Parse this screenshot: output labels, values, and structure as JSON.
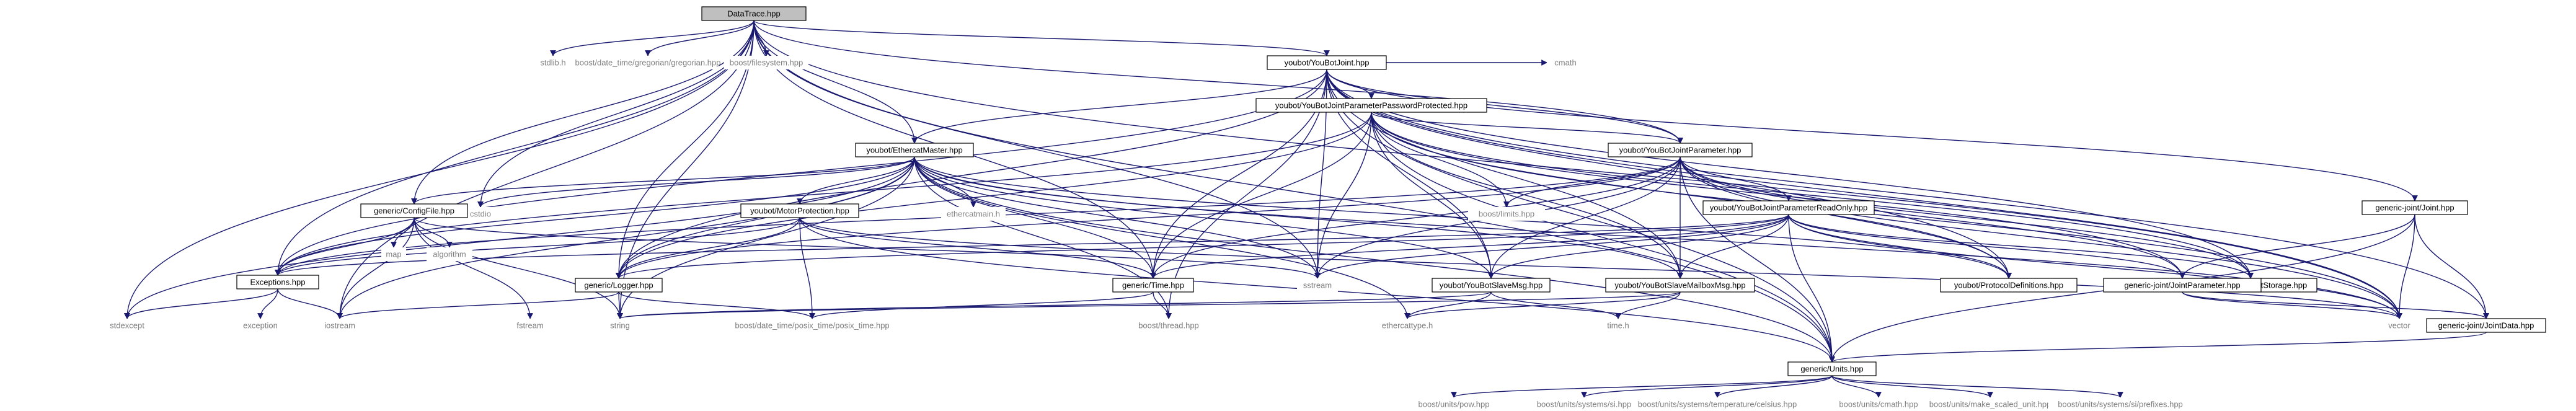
{
  "graph": {
    "colors": {
      "edge": "#191970",
      "root_fill": "#bfbfbf",
      "node_fill": "#ffffff",
      "node_border": "#000000",
      "external_text": "#7f7f7f",
      "text": "#000000"
    },
    "nodes": [
      {
        "id": "datatrace",
        "label": "DataTrace.hpp",
        "kind": "root"
      },
      {
        "id": "stdlib",
        "label": "stdlib.h",
        "kind": "external"
      },
      {
        "id": "gregorian",
        "label": "boost/date_time/gregorian/gregorian.hpp",
        "kind": "external"
      },
      {
        "id": "filesystem",
        "label": "boost/filesystem.hpp",
        "kind": "external"
      },
      {
        "id": "joint",
        "label": "youbot/YouBotJoint.hpp",
        "kind": "file"
      },
      {
        "id": "cmath",
        "label": "cmath",
        "kind": "external"
      },
      {
        "id": "jppp",
        "label": "youbot/YouBotJointParameterPasswordProtected.hpp",
        "kind": "file"
      },
      {
        "id": "ethercat",
        "label": "youbot/EthercatMaster.hpp",
        "kind": "file"
      },
      {
        "id": "jparam",
        "label": "youbot/YouBotJointParameter.hpp",
        "kind": "file"
      },
      {
        "id": "cstdio",
        "label": "cstdio",
        "kind": "external"
      },
      {
        "id": "ethercatmain",
        "label": "ethercatmain.h",
        "kind": "external"
      },
      {
        "id": "boostlimits",
        "label": "boost/limits.hpp",
        "kind": "external"
      },
      {
        "id": "configfile",
        "label": "generic/ConfigFile.hpp",
        "kind": "file"
      },
      {
        "id": "motorprot",
        "label": "youbot/MotorProtection.hpp",
        "kind": "file"
      },
      {
        "id": "jpro",
        "label": "youbot/YouBotJointParameterReadOnly.hpp",
        "kind": "file"
      },
      {
        "id": "genjoint",
        "label": "generic-joint/Joint.hpp",
        "kind": "file"
      },
      {
        "id": "map",
        "label": "map",
        "kind": "external"
      },
      {
        "id": "algorithm",
        "label": "algorithm",
        "kind": "external"
      },
      {
        "id": "exceptions",
        "label": "Exceptions.hpp",
        "kind": "file"
      },
      {
        "id": "logger",
        "label": "generic/Logger.hpp",
        "kind": "file"
      },
      {
        "id": "time",
        "label": "generic/Time.hpp",
        "kind": "file"
      },
      {
        "id": "sstream",
        "label": "sstream",
        "kind": "external"
      },
      {
        "id": "slavemsg",
        "label": "youbot/YouBotSlaveMsg.hpp",
        "kind": "file"
      },
      {
        "id": "mailboxmsg",
        "label": "youbot/YouBotSlaveMailboxMsg.hpp",
        "kind": "file"
      },
      {
        "id": "protodef",
        "label": "youbot/ProtocolDefinitions.hpp",
        "kind": "file"
      },
      {
        "id": "jstorage",
        "label": "youbot/YouBotJointStorage.hpp",
        "kind": "file"
      },
      {
        "id": "gjparam",
        "label": "generic-joint/JointParameter.hpp",
        "kind": "file"
      },
      {
        "id": "stdexcept",
        "label": "stdexcept",
        "kind": "external"
      },
      {
        "id": "exception",
        "label": "exception",
        "kind": "external"
      },
      {
        "id": "iostream",
        "label": "iostream",
        "kind": "external"
      },
      {
        "id": "fstream",
        "label": "fstream",
        "kind": "external"
      },
      {
        "id": "string",
        "label": "string",
        "kind": "external"
      },
      {
        "id": "posixtime",
        "label": "boost/date_time/posix_time/posix_time.hpp",
        "kind": "external"
      },
      {
        "id": "thread",
        "label": "boost/thread.hpp",
        "kind": "external"
      },
      {
        "id": "ethercattype",
        "label": "ethercattype.h",
        "kind": "external"
      },
      {
        "id": "timeh",
        "label": "time.h",
        "kind": "external"
      },
      {
        "id": "vector",
        "label": "vector",
        "kind": "external"
      },
      {
        "id": "gjdata",
        "label": "generic-joint/JointData.hpp",
        "kind": "file"
      },
      {
        "id": "units",
        "label": "generic/Units.hpp",
        "kind": "file"
      },
      {
        "id": "pow",
        "label": "boost/units/pow.hpp",
        "kind": "external"
      },
      {
        "id": "si",
        "label": "boost/units/systems/si.hpp",
        "kind": "external"
      },
      {
        "id": "celsius",
        "label": "boost/units/systems/temperature/celsius.hpp",
        "kind": "external"
      },
      {
        "id": "unitscmath",
        "label": "boost/units/cmath.hpp",
        "kind": "external"
      },
      {
        "id": "scaledunit",
        "label": "boost/units/make_scaled_unit.hpp",
        "kind": "external"
      },
      {
        "id": "siprefixes",
        "label": "boost/units/systems/si/prefixes.hpp",
        "kind": "external"
      }
    ],
    "edges": [
      [
        "datatrace",
        "stdlib"
      ],
      [
        "datatrace",
        "gregorian"
      ],
      [
        "datatrace",
        "filesystem"
      ],
      [
        "datatrace",
        "joint"
      ],
      [
        "datatrace",
        "ethercat"
      ],
      [
        "datatrace",
        "jparam"
      ],
      [
        "datatrace",
        "cstdio"
      ],
      [
        "datatrace",
        "configfile"
      ],
      [
        "datatrace",
        "exceptions"
      ],
      [
        "datatrace",
        "logger"
      ],
      [
        "datatrace",
        "time"
      ],
      [
        "datatrace",
        "sstream"
      ],
      [
        "datatrace",
        "iostream"
      ],
      [
        "datatrace",
        "stdexcept"
      ],
      [
        "datatrace",
        "string"
      ],
      [
        "datatrace",
        "vector"
      ],
      [
        "datatrace",
        "units"
      ],
      [
        "joint",
        "cmath"
      ],
      [
        "joint",
        "jppp"
      ],
      [
        "joint",
        "ethercat"
      ],
      [
        "joint",
        "jparam"
      ],
      [
        "joint",
        "genjoint"
      ],
      [
        "joint",
        "exceptions"
      ],
      [
        "joint",
        "logger"
      ],
      [
        "joint",
        "time"
      ],
      [
        "joint",
        "sstream"
      ],
      [
        "joint",
        "slavemsg"
      ],
      [
        "joint",
        "mailboxmsg"
      ],
      [
        "joint",
        "protodef"
      ],
      [
        "joint",
        "jstorage"
      ],
      [
        "joint",
        "gjdata"
      ],
      [
        "joint",
        "thread"
      ],
      [
        "joint",
        "units"
      ],
      [
        "joint",
        "vector"
      ],
      [
        "jppp",
        "jparam"
      ],
      [
        "jppp",
        "boostlimits"
      ],
      [
        "jppp",
        "exceptions"
      ],
      [
        "jppp",
        "logger"
      ],
      [
        "jppp",
        "time"
      ],
      [
        "jppp",
        "sstream"
      ],
      [
        "jppp",
        "slavemsg"
      ],
      [
        "jppp",
        "mailboxmsg"
      ],
      [
        "jppp",
        "protodef"
      ],
      [
        "jppp",
        "jstorage"
      ],
      [
        "jppp",
        "gjparam"
      ],
      [
        "jppp",
        "units"
      ],
      [
        "jppp",
        "vector"
      ],
      [
        "ethercat",
        "cstdio"
      ],
      [
        "ethercat",
        "ethercatmain"
      ],
      [
        "ethercat",
        "configfile"
      ],
      [
        "ethercat",
        "motorprot"
      ],
      [
        "ethercat",
        "exceptions"
      ],
      [
        "ethercat",
        "logger"
      ],
      [
        "ethercat",
        "time"
      ],
      [
        "ethercat",
        "sstream"
      ],
      [
        "ethercat",
        "slavemsg"
      ],
      [
        "ethercat",
        "mailboxmsg"
      ],
      [
        "ethercat",
        "protodef"
      ],
      [
        "ethercat",
        "thread"
      ],
      [
        "ethercat",
        "stdexcept"
      ],
      [
        "ethercat",
        "iostream"
      ],
      [
        "ethercat",
        "string"
      ],
      [
        "ethercat",
        "vector"
      ],
      [
        "ethercat",
        "units"
      ],
      [
        "ethercat",
        "ethercattype"
      ],
      [
        "jparam",
        "boostlimits"
      ],
      [
        "jparam",
        "jpro"
      ],
      [
        "jparam",
        "exceptions"
      ],
      [
        "jparam",
        "logger"
      ],
      [
        "jparam",
        "time"
      ],
      [
        "jparam",
        "sstream"
      ],
      [
        "jparam",
        "slavemsg"
      ],
      [
        "jparam",
        "mailboxmsg"
      ],
      [
        "jparam",
        "protodef"
      ],
      [
        "jparam",
        "jstorage"
      ],
      [
        "jparam",
        "gjparam"
      ],
      [
        "jparam",
        "units"
      ],
      [
        "jparam",
        "vector"
      ],
      [
        "configfile",
        "map"
      ],
      [
        "configfile",
        "algorithm"
      ],
      [
        "configfile",
        "exceptions"
      ],
      [
        "configfile",
        "fstream"
      ],
      [
        "configfile",
        "iostream"
      ],
      [
        "configfile",
        "sstream"
      ],
      [
        "configfile",
        "string"
      ],
      [
        "motorprot",
        "exceptions"
      ],
      [
        "motorprot",
        "logger"
      ],
      [
        "motorprot",
        "time"
      ],
      [
        "motorprot",
        "posixtime"
      ],
      [
        "motorprot",
        "units"
      ],
      [
        "motorprot",
        "vector"
      ],
      [
        "jpro",
        "exceptions"
      ],
      [
        "jpro",
        "logger"
      ],
      [
        "jpro",
        "time"
      ],
      [
        "jpro",
        "sstream"
      ],
      [
        "jpro",
        "slavemsg"
      ],
      [
        "jpro",
        "mailboxmsg"
      ],
      [
        "jpro",
        "protodef"
      ],
      [
        "jpro",
        "jstorage"
      ],
      [
        "jpro",
        "gjparam"
      ],
      [
        "jpro",
        "units"
      ],
      [
        "jpro",
        "vector"
      ],
      [
        "genjoint",
        "gjparam"
      ],
      [
        "genjoint",
        "gjdata"
      ],
      [
        "genjoint",
        "units"
      ],
      [
        "genjoint",
        "vector"
      ],
      [
        "exceptions",
        "stdexcept"
      ],
      [
        "exceptions",
        "exception"
      ],
      [
        "exceptions",
        "iostream"
      ],
      [
        "logger",
        "iostream"
      ],
      [
        "logger",
        "posixtime"
      ],
      [
        "logger",
        "string"
      ],
      [
        "time",
        "posixtime"
      ],
      [
        "time",
        "thread"
      ],
      [
        "slavemsg",
        "ethercattype"
      ],
      [
        "slavemsg",
        "timeh"
      ],
      [
        "slavemsg",
        "string"
      ],
      [
        "mailboxmsg",
        "ethercattype"
      ],
      [
        "mailboxmsg",
        "timeh"
      ],
      [
        "mailboxmsg",
        "string"
      ],
      [
        "gjparam",
        "gjdata"
      ],
      [
        "gjparam",
        "vector"
      ],
      [
        "gjdata",
        "units"
      ],
      [
        "units",
        "pow"
      ],
      [
        "units",
        "si"
      ],
      [
        "units",
        "celsius"
      ],
      [
        "units",
        "unitscmath"
      ],
      [
        "units",
        "scaledunit"
      ],
      [
        "units",
        "siprefixes"
      ]
    ]
  }
}
